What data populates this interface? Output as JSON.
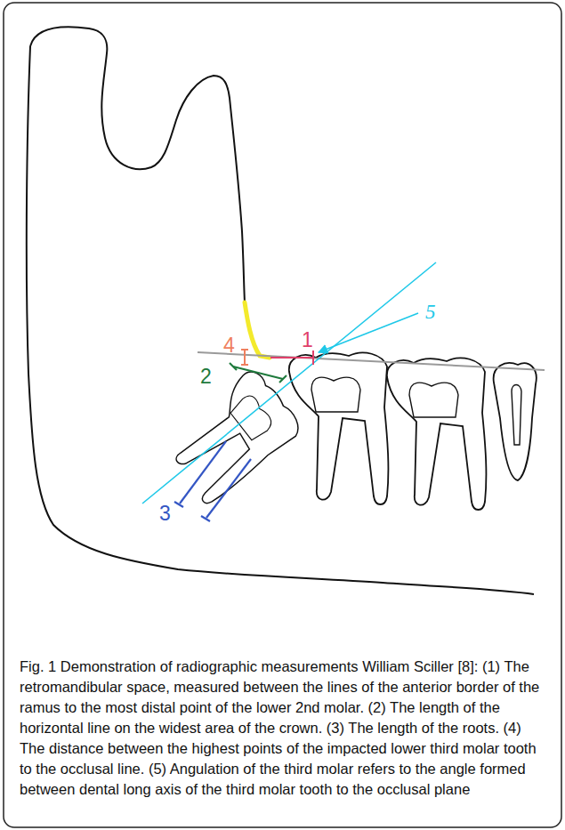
{
  "diagram": {
    "caption": "Fig. 1 Demonstration of radiographic measurements William Sciller [8]: (1) The retromandibular space, measured between the lines of the anterior border of the ramus to the most distal point of the lower 2nd molar. (2) The length of the horizontal line on the widest area of the crown. (3) The length of the roots. (4) The distance between the highest points of the impacted lower third molar tooth to the occlusal line. (5) Angulation of the third molar refers to the angle formed between dental long axis of the third molar tooth to the occlusal plane",
    "labels": [
      "5",
      "4",
      "1",
      "2",
      "3"
    ]
  }
}
